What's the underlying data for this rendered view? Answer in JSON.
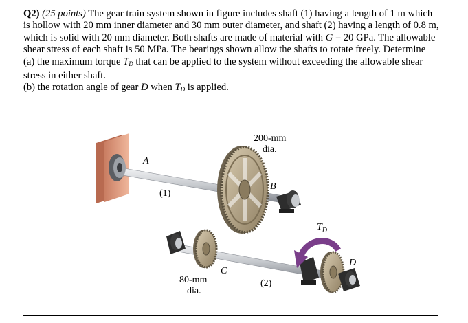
{
  "problem": {
    "number": "Q2)",
    "points": "(25 points)",
    "intro": "The gear train system shown in figure includes shaft (1) having a length of 1 m which is hollow with 20 mm inner diameter and 30 mm outer diameter, and shaft (2) having a length of 0.8 m, which is solid with 20 mm diameter. Both shafts are made of material with",
    "g_symbol": "G",
    "g_value": "= 20 GPa. The allowable shear stress of each shaft is 50 MPa. The bearings shown allow the shafts to rotate freely. Determine",
    "part_a_prefix": "(a) the maximum torque",
    "part_a_symbol": "T",
    "part_a_subscript": "D",
    "part_a_suffix": "that can be applied to the system without exceeding the allowable shear stress in either shaft.",
    "part_b_prefix": "(b) the rotation angle of gear",
    "part_b_gear": "D",
    "part_b_middle": "when",
    "part_b_symbol": "T",
    "part_b_subscript": "D",
    "part_b_suffix": "is applied."
  },
  "figure": {
    "label_a": "A",
    "label_b": "B",
    "label_c": "C",
    "label_d": "D",
    "shaft1_label": "(1)",
    "shaft2_label": "(2)",
    "big_gear_dia_line1": "200-mm",
    "big_gear_dia_line2": "dia.",
    "small_gear_dia_line1": "80-mm",
    "small_gear_dia_line2": "dia.",
    "torque_symbol": "T",
    "torque_subscript": "D"
  },
  "colors": {
    "wall": "#e8a98a",
    "shaft": "#c9ccd0",
    "gear": "#b9a98a",
    "bearing": "#2d2d2d",
    "torque_arrow": "#7a3e8a"
  }
}
